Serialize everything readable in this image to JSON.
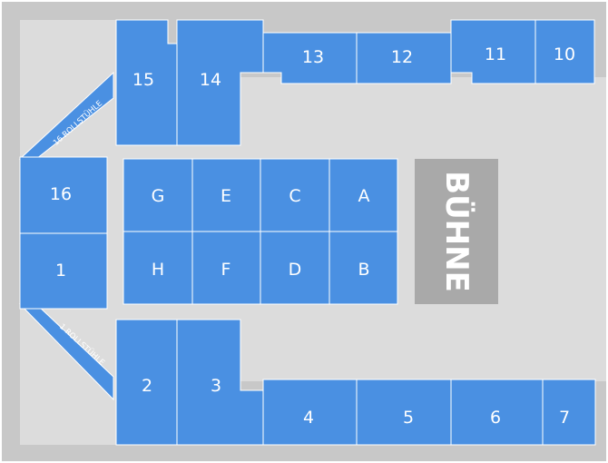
{
  "stage": {
    "label": "BÜHNE"
  },
  "sections": {
    "s1": "1",
    "s2": "2",
    "s3": "3",
    "s4": "4",
    "s5": "5",
    "s6": "6",
    "s7": "7",
    "s10": "10",
    "s11": "11",
    "s12": "12",
    "s13": "13",
    "s14": "14",
    "s15": "15",
    "s16": "16"
  },
  "floor": {
    "A": "A",
    "B": "B",
    "C": "C",
    "D": "D",
    "E": "E",
    "F": "F",
    "G": "G",
    "H": "H"
  },
  "wheelchair": {
    "top": "16 ROLLSTÜHLE",
    "bottom": "1 ROLLSTÜHLE"
  },
  "colors": {
    "section": "#4a90e2",
    "floor": "#dcdcdc",
    "stage": "#a9a9a9",
    "outer": "#c8c8c8"
  }
}
